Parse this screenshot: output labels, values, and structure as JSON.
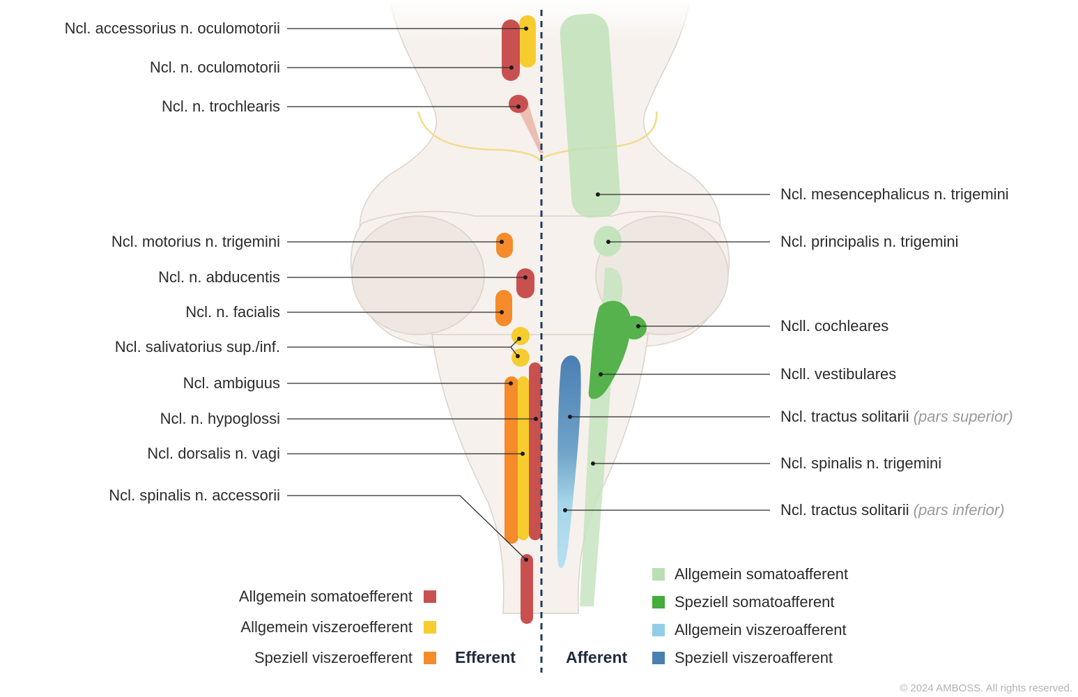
{
  "left_labels": [
    "Ncl. accessorius n. oculomotorii",
    "Ncl. n. oculomotorii",
    "Ncl. n. trochlearis",
    "Ncl. motorius n. trigemini",
    "Ncl. n. abducentis",
    "Ncl. n. facialis",
    "Ncl. salivatorius sup./inf.",
    "Ncl. ambiguus",
    "Ncl. n. hypoglossi",
    "Ncl. dorsalis n. vagi",
    "Ncl. spinalis n. accessorii"
  ],
  "right_labels": [
    {
      "text": "Ncl. mesencephalicus n. trigemini",
      "note": ""
    },
    {
      "text": "Ncl. principalis n. trigemini",
      "note": ""
    },
    {
      "text": "Ncll. cochleares",
      "note": ""
    },
    {
      "text": "Ncll. vestibulares",
      "note": ""
    },
    {
      "text": "Ncl. tractus solitarii",
      "note": "(pars superior)"
    },
    {
      "text": "Ncl. spinalis n. trigemini",
      "note": ""
    },
    {
      "text": "Ncl. tractus solitarii",
      "note": "(pars inferior)"
    }
  ],
  "legend_efferent": [
    {
      "label": "Allgemein somatoefferent",
      "color": "#c8504f"
    },
    {
      "label": "Allgemein viszeroefferent",
      "color": "#f7cc2f"
    },
    {
      "label": "Speziell viszeroefferent",
      "color": "#f58b2a"
    }
  ],
  "legend_afferent": [
    {
      "label": "Allgemein somatoafferent",
      "color": "#b9dfb3"
    },
    {
      "label": "Speziell somatoafferent",
      "color": "#44ad3c"
    },
    {
      "label": "Allgemein  viszeroafferent",
      "color": "#92cfe6"
    },
    {
      "label": "Speziell viszeroafferent",
      "color": "#4a7fb2"
    }
  ],
  "side_labels": {
    "efferent": "Efferent",
    "afferent": "Afferent"
  },
  "copyright": "© 2024 AMBOSS. All rights reserved."
}
